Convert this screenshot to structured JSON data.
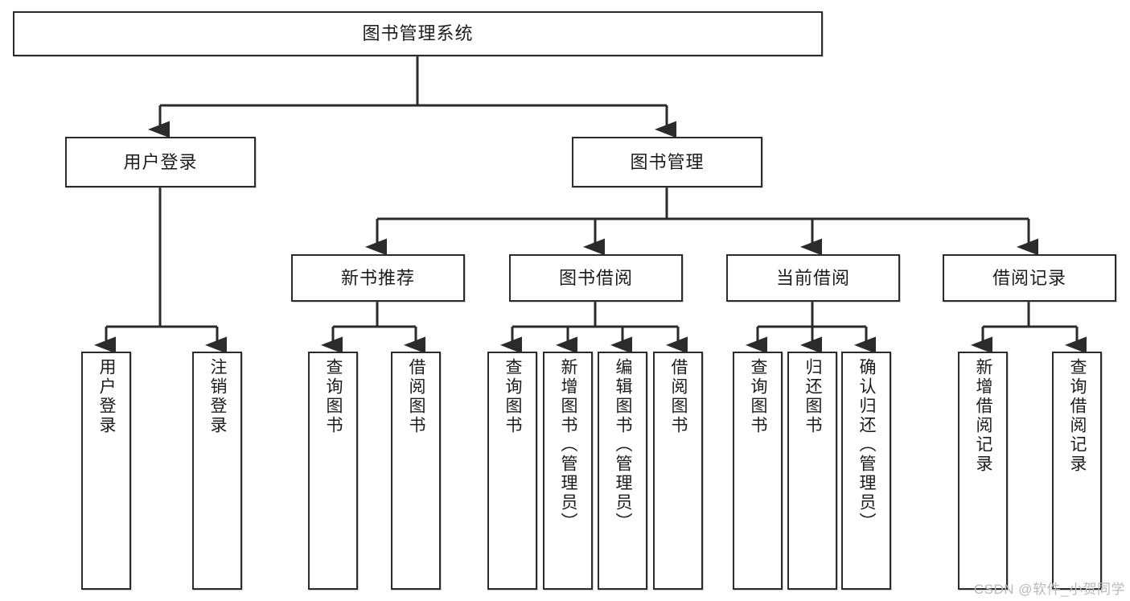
{
  "diagram": {
    "title": "图书管理系统",
    "watermark": "CSDN @软件_小贺同学",
    "colors": {
      "stroke": "#2b2b2b",
      "fill": "#ffffff",
      "text": "#1c1c1c",
      "watermark": "#b9b9b9"
    },
    "root": {
      "label": "图书管理系统"
    },
    "level2": [
      {
        "label": "用户登录"
      },
      {
        "label": "图书管理"
      }
    ],
    "level3": [
      {
        "label": "新书推荐"
      },
      {
        "label": "图书借阅"
      },
      {
        "label": "当前借阅"
      },
      {
        "label": "借阅记录"
      }
    ],
    "leaves": {
      "user_login": [
        {
          "label": "用户登录"
        },
        {
          "label": "注销登录"
        }
      ],
      "new_book_recommend": [
        {
          "label": "查询图书"
        },
        {
          "label": "借阅图书"
        }
      ],
      "book_borrow": [
        {
          "label": "查询图书"
        },
        {
          "label": "新增图书（管理员）"
        },
        {
          "label": "编辑图书（管理员）"
        },
        {
          "label": "借阅图书"
        }
      ],
      "current_borrow": [
        {
          "label": "查询图书"
        },
        {
          "label": "归还图书"
        },
        {
          "label": "确认归还（管理员）"
        }
      ],
      "borrow_record": [
        {
          "label": "新增借阅记录"
        },
        {
          "label": "查询借阅记录"
        }
      ]
    }
  }
}
